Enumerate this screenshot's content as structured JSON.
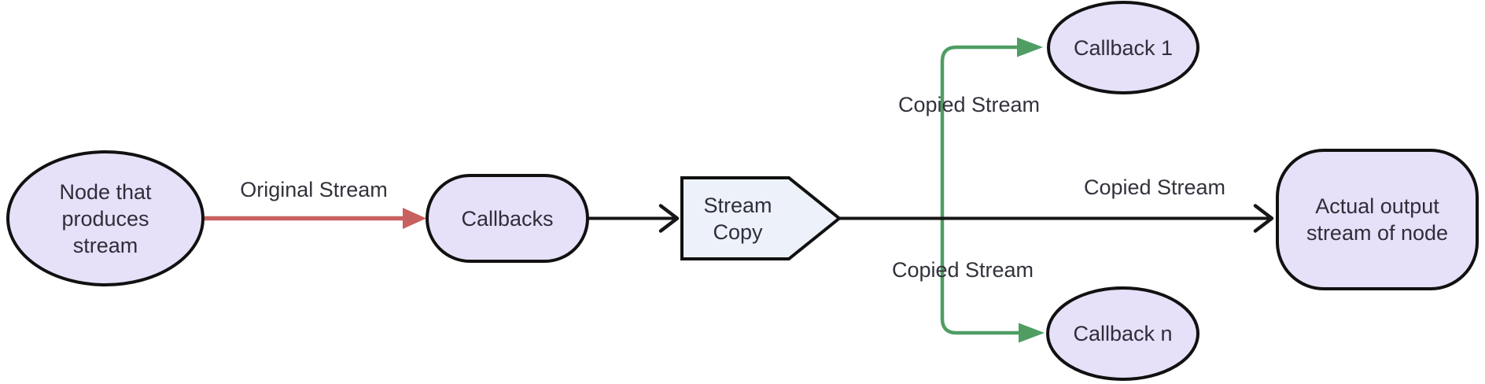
{
  "diagram": {
    "nodes": {
      "source": {
        "label": "Node that produces stream",
        "shape": "ellipse"
      },
      "callbacks": {
        "label": "Callbacks",
        "shape": "stadium"
      },
      "stream_copy": {
        "label": "Stream Copy",
        "shape": "right-arrow-pentagon"
      },
      "callback_1": {
        "label": "Callback 1",
        "shape": "ellipse"
      },
      "callback_n": {
        "label": "Callback n",
        "shape": "ellipse"
      },
      "output": {
        "label": "Actual output stream of node",
        "shape": "rounded-rect"
      }
    },
    "edges": {
      "original_stream": {
        "label": "Original Stream",
        "color": "#c96060",
        "from": "source",
        "to": "callbacks"
      },
      "callbacks_to_copy": {
        "label": "",
        "color": "#161616",
        "from": "callbacks",
        "to": "stream_copy"
      },
      "copied_stream_top": {
        "label": "Copied Stream",
        "color": "#4f9d63",
        "from": "stream_copy",
        "to": "callback_1"
      },
      "copied_stream_right": {
        "label": "Copied Stream",
        "color": "#161616",
        "from": "stream_copy",
        "to": "output"
      },
      "copied_stream_bottom": {
        "label": "Copied Stream",
        "color": "#4f9d63",
        "from": "stream_copy",
        "to": "callback_n"
      }
    },
    "colors": {
      "node_fill": "#e7e0f9",
      "copy_fill": "#edf2fa",
      "node_border": "#111111",
      "text": "#2f2e3a",
      "red_edge": "#c96060",
      "green_edge": "#4f9d63",
      "black_edge": "#161616"
    }
  }
}
